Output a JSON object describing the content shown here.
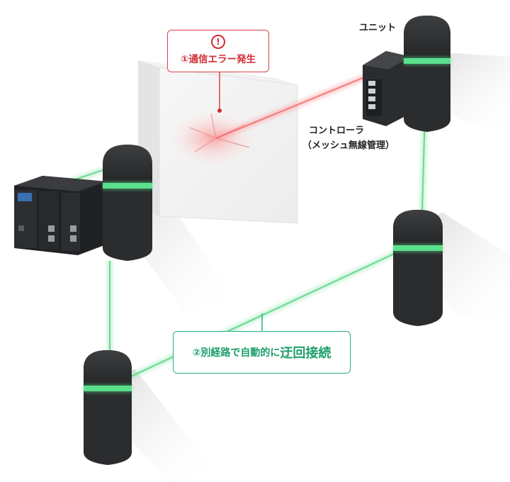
{
  "labels": {
    "unit": "ユニット",
    "controller_line1": "コントローラ",
    "controller_line2": "（メッシュ無線管理）"
  },
  "callouts": {
    "error": {
      "icon": "!",
      "text": "①通信エラー発生"
    },
    "reroute": {
      "text_a": "②別経路で自動的に",
      "text_b": "迂回接続"
    }
  },
  "colors": {
    "link_green": "#7be0a0",
    "error_red": "#d22b33",
    "reroute_green": "#1e9e6b",
    "unit_body": "#2a2c2e"
  }
}
